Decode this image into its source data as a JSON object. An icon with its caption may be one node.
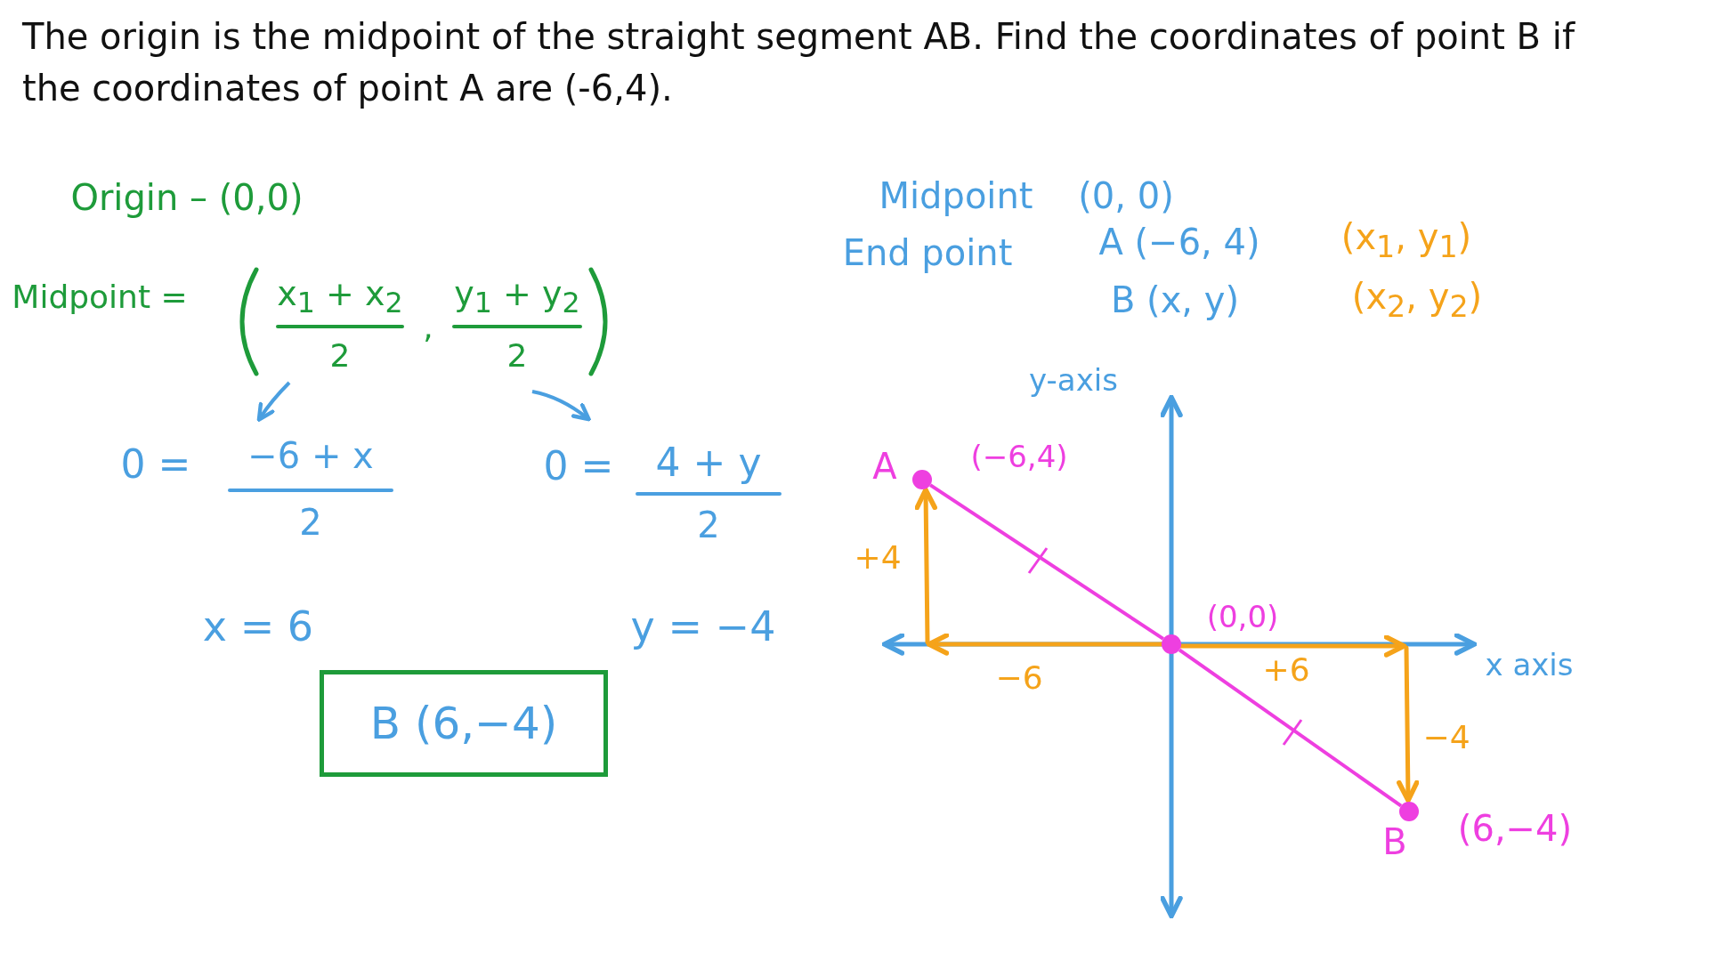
{
  "diagram": {
    "title": "The origin is the midpoint of the straight segment AB. Find the coordinates of point B if the coordinates of point A are (-6,4).",
    "nodes": [
      {
        "text": [
          "B (6,−4)"
        ]
      },
      {
        "text": [],
        "shape": "circle",
        "beside": [
          "A",
          "(−6,4)"
        ]
      },
      {
        "text": [],
        "shape": "circle",
        "beside": [
          "(0,0)"
        ]
      },
      {
        "text": [],
        "shape": "circle",
        "beside": [
          "B",
          "(6,−4)"
        ]
      }
    ],
    "edges": [
      {
        "from": 1,
        "to": 2,
        "arrow": "none"
      },
      {
        "from": 2,
        "to": 3,
        "arrow": "none"
      }
    ],
    "labels": [
      "Origin – (0,0)",
      "Midpoint =",
      "x$_{1}$ + x$_{2}$",
      "2",
      ",",
      "y$_{1}$ + y$_{2}$",
      "2",
      "0 =",
      "−6 + x",
      "2",
      "0 =",
      "4 + y",
      "2",
      "x = 6",
      "y = −4",
      "Midpoint",
      "(0, 0)",
      "End point",
      "A (−6, 4)",
      "(x$_{1}$, y$_{1}$)",
      "B (x, y)",
      "(x$_{2}$, y$_{2}$)",
      "y-axis",
      "+4",
      "−6",
      "+6",
      "x axis",
      "−4"
    ]
  }
}
